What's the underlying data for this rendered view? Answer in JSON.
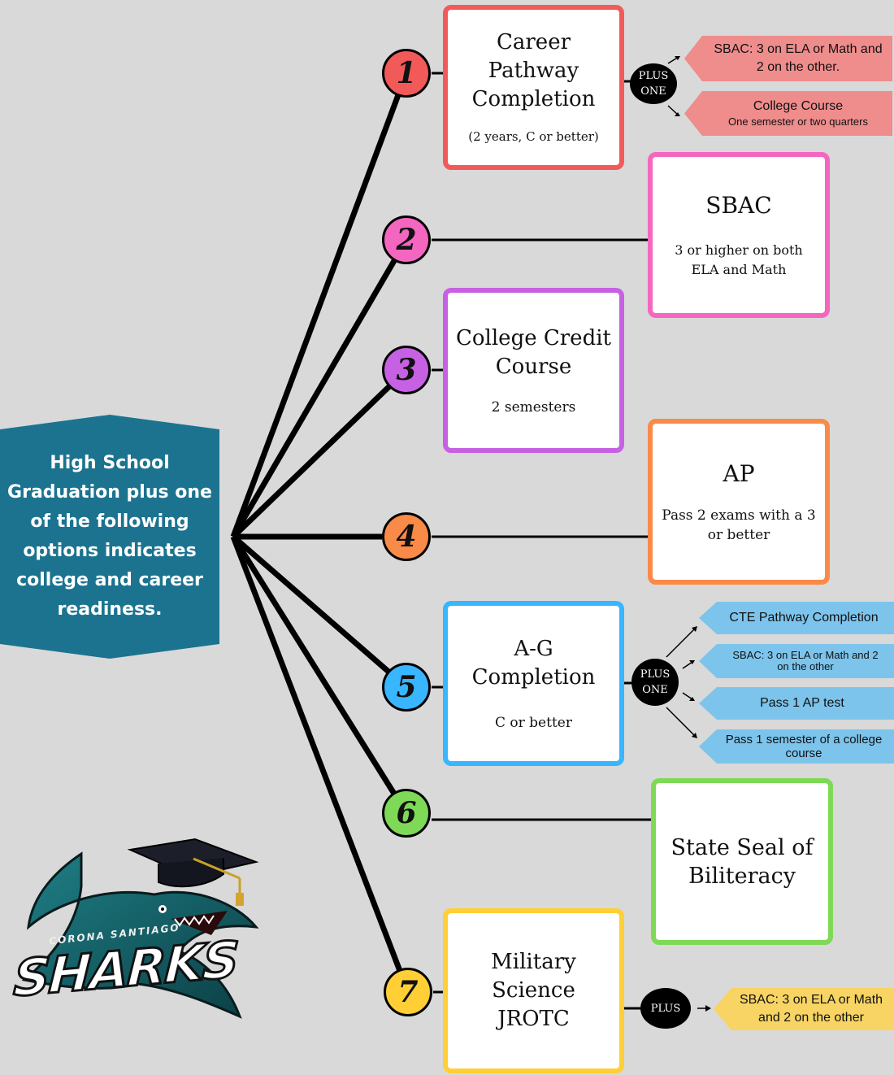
{
  "hub": {
    "text": "High School Graduation plus one of the following options indicates college and career readiness."
  },
  "options": [
    {
      "number": "1",
      "color": "#f25a5a",
      "title": "Career Pathway Completion",
      "subtitle": "(2 years, C or better)"
    },
    {
      "number": "2",
      "color": "#f566c1",
      "title": "SBAC",
      "subtitle": "3 or higher on both ELA and Math"
    },
    {
      "number": "3",
      "color": "#c761e3",
      "title": "College Credit Course",
      "subtitle": "2 semesters"
    },
    {
      "number": "4",
      "color": "#fa8a48",
      "title": "AP",
      "subtitle": "Pass 2 exams with a 3 or better"
    },
    {
      "number": "5",
      "color": "#38b6ff",
      "title": "A-G Completion",
      "subtitle": "C or better"
    },
    {
      "number": "6",
      "color": "#7ed957",
      "title": "State Seal of Biliteracy",
      "subtitle": ""
    },
    {
      "number": "7",
      "color": "#ffcf35",
      "title": "Military Science JROTC",
      "subtitle": ""
    }
  ],
  "plus_one": {
    "label": "PLUS ONE",
    "option1_tags": [
      "SBAC: 3 on ELA or Math and 2 on the other.",
      "College Course",
      "One semester or two quarters"
    ],
    "option5_tags": [
      "CTE Pathway Completion",
      "SBAC: 3 on ELA or Math and 2 on the other",
      "Pass 1 AP test",
      "Pass 1 semester of a college course"
    ]
  },
  "plus": {
    "label": "PLUS",
    "option7_tag": "SBAC: 3 on ELA or Math and 2 on the other"
  },
  "logo": {
    "wordmark": "SHARKS",
    "arc_text": "CORONA SANTIAGO"
  },
  "colors": {
    "hub": "#1b7390",
    "tag_red": "#ef8c8c",
    "tag_blue": "#7cc4ec",
    "tag_yellow": "#f7d463"
  }
}
